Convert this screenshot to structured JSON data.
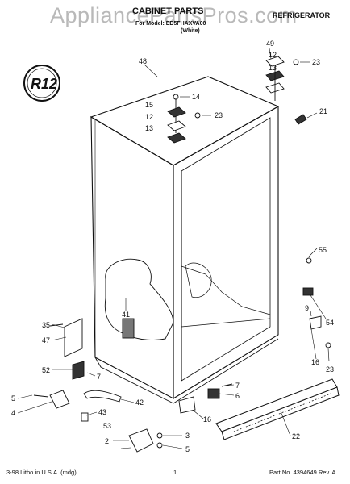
{
  "watermark": "AppliancePartsPros.com",
  "header": {
    "title": "CABINET PARTS",
    "subtitle": "For Model: ED5FHAXVA00",
    "variant": "(White)",
    "category": "REFRIGERATOR"
  },
  "logo": {
    "text": "R12"
  },
  "callouts": [
    {
      "id": "c48",
      "text": "48"
    },
    {
      "id": "c49",
      "text": "49"
    },
    {
      "id": "c12a",
      "text": "12"
    },
    {
      "id": "c13a",
      "text": "13"
    },
    {
      "id": "c23a",
      "text": "23"
    },
    {
      "id": "c14",
      "text": "14"
    },
    {
      "id": "c15",
      "text": "15"
    },
    {
      "id": "c12b",
      "text": "12"
    },
    {
      "id": "c13b",
      "text": "13"
    },
    {
      "id": "c23b",
      "text": "23"
    },
    {
      "id": "c21",
      "text": "21"
    },
    {
      "id": "c55",
      "text": "55"
    },
    {
      "id": "c41",
      "text": "41"
    },
    {
      "id": "c9",
      "text": "9"
    },
    {
      "id": "c54",
      "text": "54"
    },
    {
      "id": "c35",
      "text": "35"
    },
    {
      "id": "c47",
      "text": "47"
    },
    {
      "id": "c52",
      "text": "52"
    },
    {
      "id": "c7a",
      "text": "7"
    },
    {
      "id": "c16a",
      "text": "16"
    },
    {
      "id": "c23c",
      "text": "23"
    },
    {
      "id": "c7b",
      "text": "7"
    },
    {
      "id": "c6",
      "text": "6"
    },
    {
      "id": "c5a",
      "text": "5"
    },
    {
      "id": "c4",
      "text": "4"
    },
    {
      "id": "c42",
      "text": "42"
    },
    {
      "id": "c43",
      "text": "43"
    },
    {
      "id": "c16b",
      "text": "16"
    },
    {
      "id": "c53",
      "text": "53"
    },
    {
      "id": "c2",
      "text": "2"
    },
    {
      "id": "c3",
      "text": "3"
    },
    {
      "id": "c5b",
      "text": "5"
    },
    {
      "id": "c22",
      "text": "22"
    }
  ],
  "footer": {
    "left": "3-98 Litho in U.S.A. (mdg)",
    "center": "1",
    "right": "Part No. 4394649 Rev. A"
  }
}
